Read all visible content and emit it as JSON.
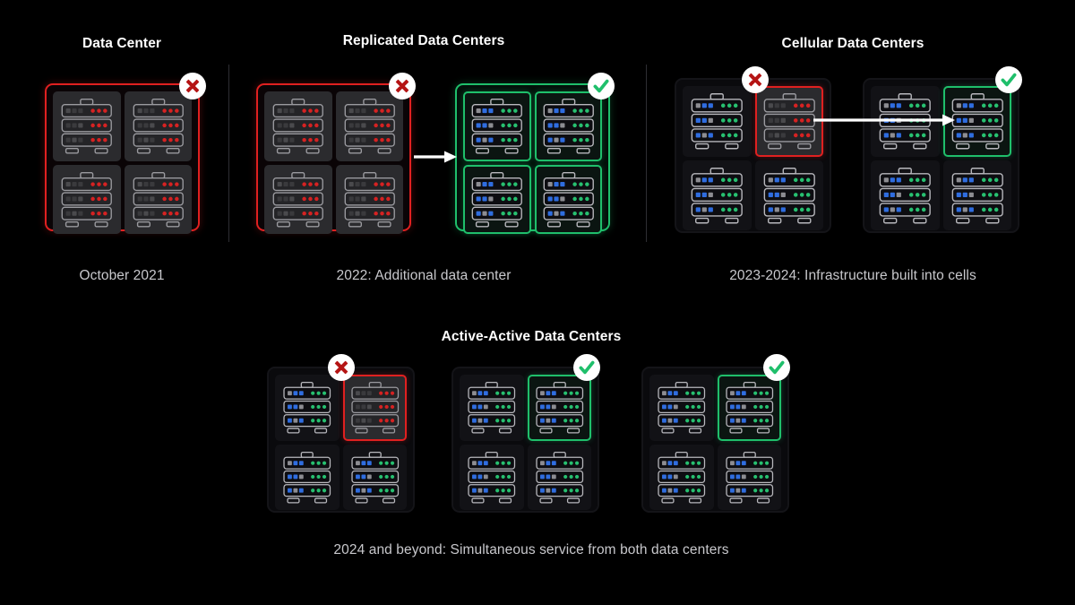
{
  "background_color": "#000000",
  "colors": {
    "fail_red": "#e02020",
    "ok_green": "#1fbf6b",
    "led_blue": "#2f6de0",
    "led_green": "#27c070",
    "led_grey": "#8d8d92",
    "led_red": "#d62222",
    "title_text": "#ffffff",
    "caption_text": "#c8c8cc",
    "divider": "#2e2e33",
    "arrow": "#ffffff"
  },
  "sections": [
    {
      "id": "data-center",
      "title": "Data Center",
      "caption": "October 2021",
      "groups": [
        {
          "id": "dc-2021-primary",
          "state": "failed",
          "badge": "x",
          "cells": [
            "failed",
            "failed",
            "failed",
            "failed"
          ]
        }
      ]
    },
    {
      "id": "replicated-data-centers",
      "title": "Replicated Data Centers",
      "caption": "2022: Additional data center",
      "groups": [
        {
          "id": "dc-2022-primary",
          "state": "failed",
          "badge": "x",
          "cells": [
            "failed",
            "failed",
            "failed",
            "failed"
          ]
        },
        {
          "id": "dc-2022-replica",
          "state": "ok",
          "badge": "check",
          "cells": [
            "ok",
            "ok",
            "ok",
            "ok"
          ]
        }
      ],
      "arrow": {
        "direction": "right",
        "label": "failover-arrow"
      }
    },
    {
      "id": "cellular-data-centers",
      "title": "Cellular Data Centers",
      "caption": "2023-2024: Infrastructure built into cells",
      "groups": [
        {
          "id": "dc-2023-primary",
          "state": "plain",
          "badge": "x",
          "cells": [
            "healthy",
            "failed",
            "healthy",
            "healthy"
          ]
        },
        {
          "id": "dc-2023-secondary",
          "state": "plain",
          "badge": "check",
          "cells": [
            "healthy",
            "ok",
            "healthy",
            "healthy"
          ]
        }
      ],
      "arrow": {
        "direction": "right",
        "label": "cell-failover-arrow"
      }
    },
    {
      "id": "active-active-data-centers",
      "title": "Active-Active Data Centers",
      "caption": "2024 and beyond: Simultaneous service from both data centers",
      "groups": [
        {
          "id": "dc-2024-a",
          "state": "plain",
          "badge": "x",
          "cells": [
            "healthy",
            "failed",
            "healthy",
            "healthy"
          ]
        },
        {
          "id": "dc-2024-b",
          "state": "plain",
          "badge": "check",
          "cells": [
            "healthy",
            "ok",
            "healthy",
            "healthy"
          ]
        },
        {
          "id": "dc-2024-c",
          "state": "plain",
          "badge": "check",
          "cells": [
            "healthy",
            "ok",
            "healthy",
            "healthy"
          ]
        }
      ]
    }
  ],
  "badges": {
    "x": {
      "name": "error-x-icon",
      "color": "#b51515"
    },
    "check": {
      "name": "success-check-icon",
      "color": "#1fbf6b"
    }
  },
  "rack": {
    "units_per_cell": 3,
    "left_leds_per_unit": 3,
    "right_leds_per_unit": 3,
    "healthy_right_led_color": "#27c070",
    "failed_right_led_color": "#d62222"
  }
}
